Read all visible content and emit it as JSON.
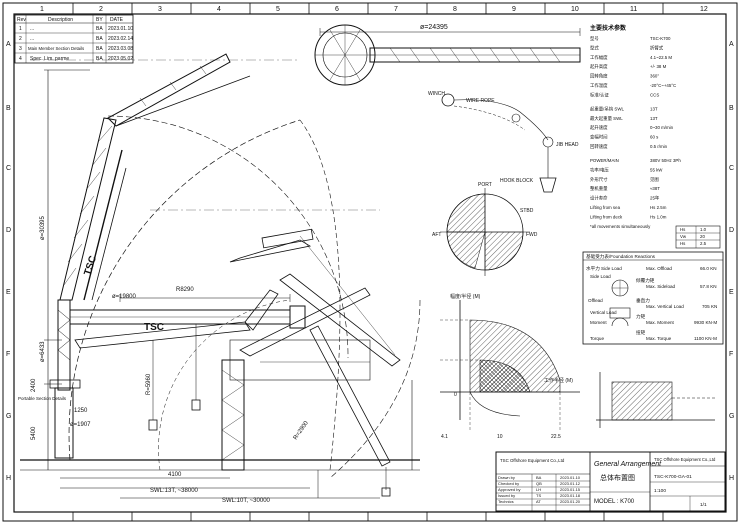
{
  "border": {
    "top_numbers": [
      "1",
      "2",
      "3",
      "4",
      "5",
      "6",
      "7",
      "8",
      "9",
      "10",
      "11",
      "12"
    ],
    "side_letters": [
      "A",
      "B",
      "C",
      "D",
      "E",
      "F",
      "G",
      "H"
    ]
  },
  "revision_table": {
    "headers": [
      "Rev",
      "Description",
      "BY",
      "DATE"
    ],
    "rows": [
      [
        "1",
        "...",
        "BA",
        "2023.01.10"
      ],
      [
        "2",
        "...",
        "BA",
        "2023.02.14"
      ],
      [
        "3",
        "Main Member Section Details",
        "BA",
        "2023.03.08"
      ],
      [
        "4",
        "Spec. Lim. parme",
        "BA",
        "2023.05.02"
      ]
    ]
  },
  "dimensions": {
    "top_span": "ø=24395",
    "vertical_total": "ø=30395",
    "boom_length": "ø=19800",
    "jib_radius": "R8290",
    "column_height": "ø=6433",
    "pedestal_h1": "2400",
    "pedestal_w": "1250",
    "pedestal_h2": "5400",
    "foot": "ø=1907",
    "offset": "R2900",
    "base_width": "4100",
    "swl1": "SWL:13T, ~38000",
    "swl2": "SWL:10T, ~30000",
    "mid_label": "R=5960",
    "mid_label2": "R=2900"
  },
  "labels": {
    "tsc_vertical": "TSC",
    "tsc_boom": "TSC",
    "winch": "WINCH",
    "wire_rope": "WIRE ROPE",
    "jib_head": "JIB HEAD",
    "hook_block": "HOOK BLOCK",
    "port": "PORT",
    "stbd": "STBD",
    "aft": "AFT",
    "fwd": "FWD",
    "chart_y": "幅度/半径 (M)",
    "chart_x": "工作半径 (M)",
    "ax_4_1": "4.1",
    "ax_0": "0",
    "ax_22_5": "22.5",
    "ax_10": "10",
    "side_load": "Side Load",
    "offlead": "Offlead",
    "moment": "Moment",
    "torque": "Torque",
    "vertical_load": "Vertical Load",
    "vessel_note": "Portable Section Details"
  },
  "specs": {
    "title": "主要技术参数",
    "lines": [
      "型号",
      "型式",
      "工作幅度",
      "起升高度",
      "回转角度",
      "工作温度",
      "标准/认证",
      "起重量/吊钩 SWL",
      "最大起重量 SWL",
      "起升速度",
      "变幅时间",
      "回转速度",
      "POWER/MAIN",
      "功率/电压",
      "外形尺寸",
      "整机重量",
      "设计寿命",
      "Lifting from sea",
      "Lifting from deck",
      "*all movements simultaneously"
    ],
    "values": [
      "TSC-K700",
      "折臂式",
      "4.1~22.5 M",
      "+/- 38 M",
      "360°",
      "-20°C~+45°C",
      "CCS",
      "13T",
      "13T",
      "0~30 m/min",
      "60 s",
      "0.5 r/min",
      "380V 50Hz 3Ph",
      "55 kW",
      "见图",
      "≈38T",
      "25年",
      "Hs 2.5m",
      "Hs 1.0m",
      ""
    ]
  },
  "loads": {
    "title": "基础受力表/Foundation Reactions",
    "rows": [
      [
        "水平力 Side Load",
        "Max. Offload",
        "66.0 KN"
      ],
      [
        "倾覆力矩",
        "Max. Sideload",
        "57.8 KN"
      ],
      [
        "垂直力",
        "Max. Vertical Load",
        "705 KN"
      ],
      [
        "力矩",
        "Max. Moment",
        "9930 KN·M"
      ],
      [
        "扭矩",
        "Max. Torque",
        "1100 KN·M"
      ]
    ]
  },
  "small_table": {
    "rows": [
      [
        "Hs",
        "1.0"
      ],
      [
        "Vw",
        "20"
      ],
      [
        "Hs",
        "2.5"
      ]
    ]
  },
  "title_block": {
    "company": "TSC Offshore Equipment Co.,Ltd",
    "drawing_title": "General Arrangement",
    "drawing_title_cn": "总体布置图",
    "model": "MODEL : K700",
    "drawing_no": "TSC-K700-GA-01",
    "sheet": "1/1",
    "scale": "1:100",
    "rows": [
      [
        "Drawn by",
        "BA",
        "2023.01.10"
      ],
      [
        "Checked by",
        "QB",
        "2023.01.12"
      ],
      [
        "Approved by",
        "LH",
        "2023.01.15"
      ],
      [
        "Issued by",
        "TS",
        "2023.01.18"
      ],
      [
        "Technics",
        "AT",
        "2023.01.20"
      ]
    ]
  }
}
